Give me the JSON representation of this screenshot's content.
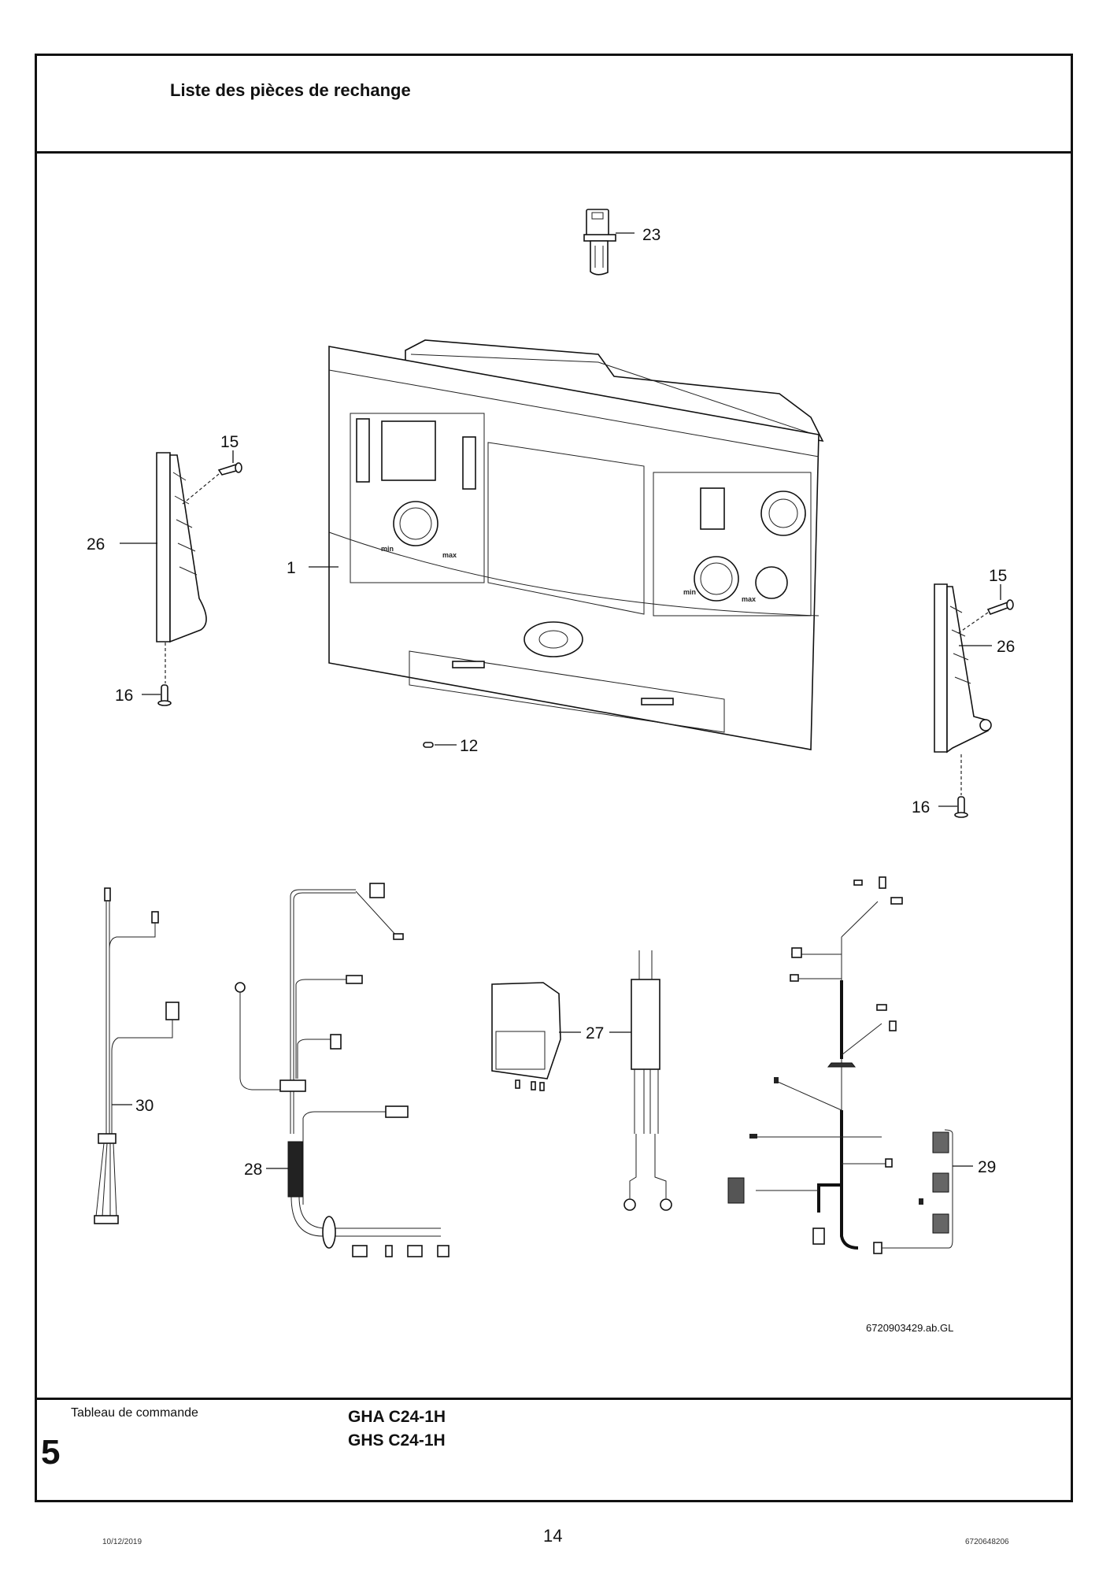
{
  "header": {
    "title": "Liste des pièces de rechange"
  },
  "figure": {
    "reference": "6720903429.ab.GL",
    "callouts": {
      "front_panel": "1",
      "fuse": "12",
      "screw_left": "15",
      "screw_right": "15",
      "pin_left": "16",
      "pin_right": "16",
      "connector": "23",
      "bracket_left": "26",
      "bracket_right": "26",
      "transformer": "27",
      "harness_28": "28",
      "harness_29": "29",
      "harness_30": "30"
    }
  },
  "footer": {
    "section_label": "Tableau de commande",
    "section_number": "5",
    "models": [
      "GHA C24-1H",
      "GHS C24-1H"
    ],
    "date": "10/12/2019",
    "page_number": "14",
    "document_number": "6720648206"
  }
}
